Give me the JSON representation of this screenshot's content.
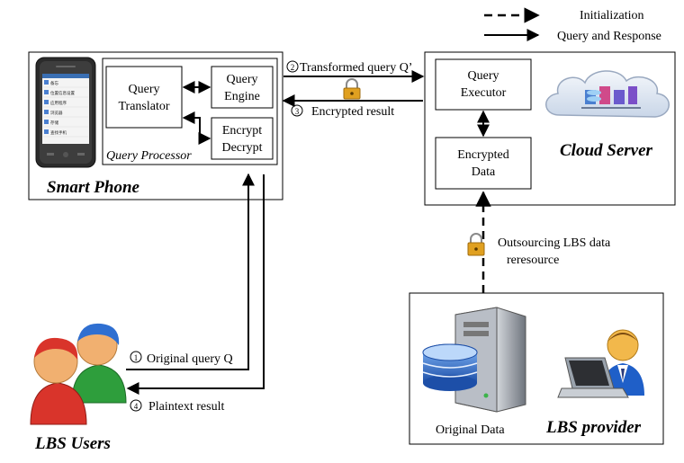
{
  "legend": {
    "initialization": "Initialization",
    "query_response": "Query and Response"
  },
  "smart_phone": {
    "label": "Smart Phone",
    "query_processor": "Query Processor",
    "query_translator": [
      "Query",
      "Translator"
    ],
    "query_engine": [
      "Query",
      "Engine"
    ],
    "encrypt_decrypt": [
      "Encrypt",
      "Decrypt"
    ],
    "screen_menu": [
      "备忘",
      "位置信息设置",
      "应用程序",
      "浏览器",
      "存储",
      "查找手机"
    ]
  },
  "cloud_server": {
    "label": "Cloud Server",
    "query_executor": [
      "Query",
      "Executor"
    ],
    "encrypted_data": [
      "Encrypted",
      "Data"
    ]
  },
  "lbs_provider": {
    "label": "LBS provider",
    "original_data": "Original Data"
  },
  "lbs_users": {
    "label": "LBS Users"
  },
  "flows": {
    "step1": "Original query Q",
    "step2": "Transformed query Q’",
    "step3": "Encrypted result",
    "step4": "Plaintext result",
    "outsourcing": [
      "Outsourcing LBS data",
      "reresource"
    ]
  },
  "step_markers": {
    "step1": "1",
    "step2": "2",
    "step3": "3",
    "step4": "4"
  },
  "colors": {
    "line": "#000000",
    "cloud": "#dde6f2",
    "user_red": "#d9342b",
    "user_green": "#2e9e3c",
    "user_blue": "#2f6fd1",
    "lock_gold": "#e0a020"
  }
}
